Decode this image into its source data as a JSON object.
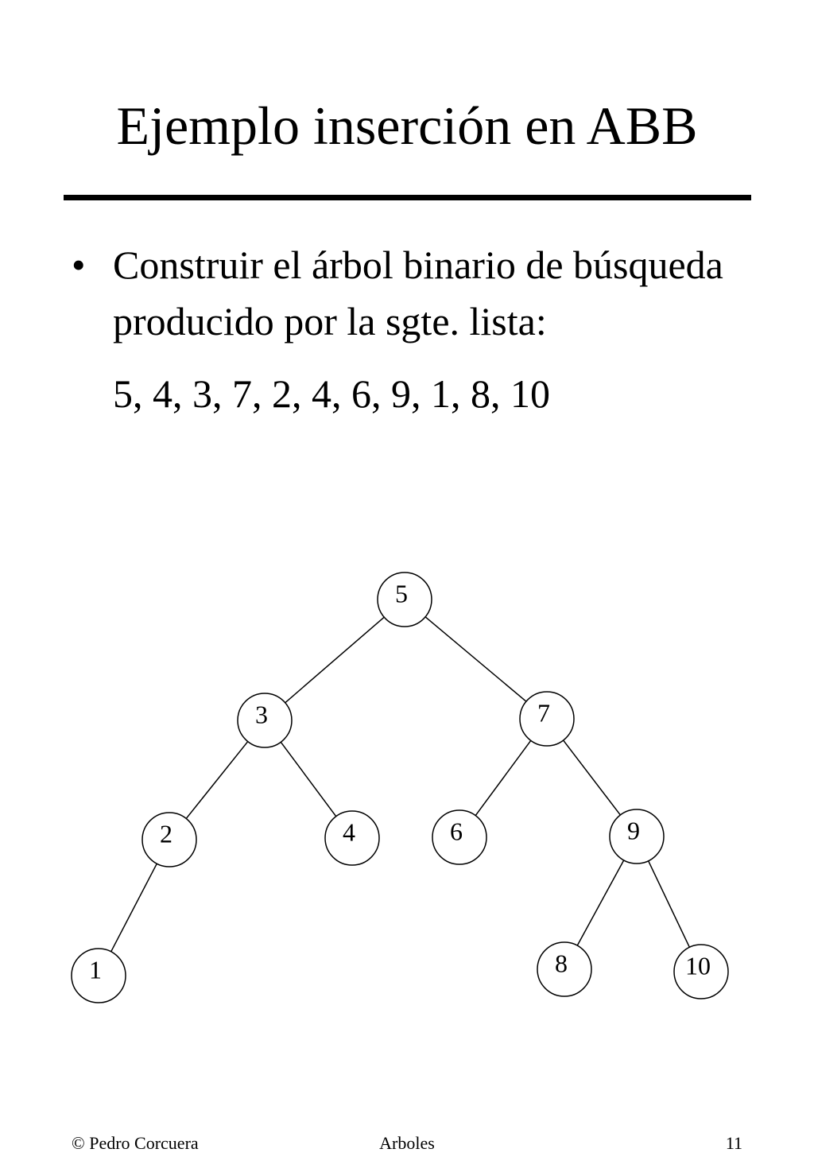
{
  "slide": {
    "title": "Ejemplo inserción en ABB",
    "bullet_symbol": "•",
    "bullet_text": "Construir el árbol binario de búsqueda producido por la sgte. lista:",
    "sequence": "5, 4, 3, 7, 2, 4, 6, 9, 1, 8, 10"
  },
  "tree": {
    "nodes": [
      {
        "id": "n5",
        "label": "5"
      },
      {
        "id": "n3",
        "label": "3"
      },
      {
        "id": "n7",
        "label": "7"
      },
      {
        "id": "n2",
        "label": "2"
      },
      {
        "id": "n4",
        "label": "4"
      },
      {
        "id": "n6",
        "label": "6"
      },
      {
        "id": "n9",
        "label": "9"
      },
      {
        "id": "n1",
        "label": "1"
      },
      {
        "id": "n8",
        "label": "8"
      },
      {
        "id": "n10",
        "label": "10"
      }
    ],
    "edges": [
      [
        "n5",
        "n3"
      ],
      [
        "n5",
        "n7"
      ],
      [
        "n3",
        "n2"
      ],
      [
        "n3",
        "n4"
      ],
      [
        "n7",
        "n6"
      ],
      [
        "n7",
        "n9"
      ],
      [
        "n2",
        "n1"
      ],
      [
        "n9",
        "n8"
      ],
      [
        "n9",
        "n10"
      ]
    ]
  },
  "footer": {
    "author": "© Pedro Corcuera",
    "topic": "Arboles",
    "page_number": "11"
  }
}
